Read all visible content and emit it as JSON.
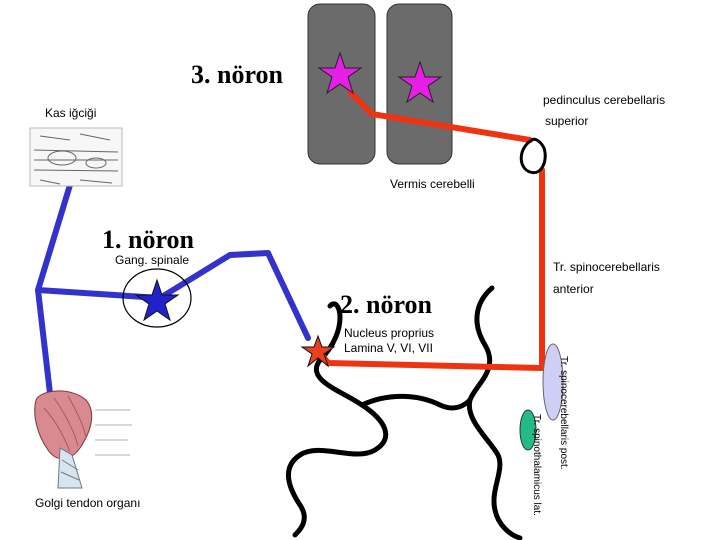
{
  "labels": {
    "neuron3": "3. nöron",
    "neuron1": "1. nöron",
    "neuron2": "2. nöron",
    "kas_igcigi": "Kas iğciği",
    "pedinculus_1": "pedinculus cerebellaris",
    "pedinculus_2": "superior",
    "vermis": "Vermis cerebelli",
    "gang_spinale": "Gang. spinale",
    "tr_spino_ant_1": "Tr. spinocerebellaris",
    "tr_spino_ant_2": "anterior",
    "nucleus_1": "Nucleus proprius",
    "nucleus_2": "Lamina V, VI, VII",
    "tr_spino_post": "Tr. spinocerebellaris post.",
    "tr_spinothal": "Tr. spinothalamicus lat.",
    "golgi": "Golgi tendon organı"
  },
  "colors": {
    "pathway_1": "#3333cc",
    "pathway_2": "#ee3311",
    "cerebellum": "#6b6b6b",
    "star_cerebellum": "#e61ee6",
    "star_ganglion": "#2222cc",
    "star_nucleus": "#e84020",
    "tract_post": "#cfcff5",
    "tract_lat": "#22bb88"
  }
}
